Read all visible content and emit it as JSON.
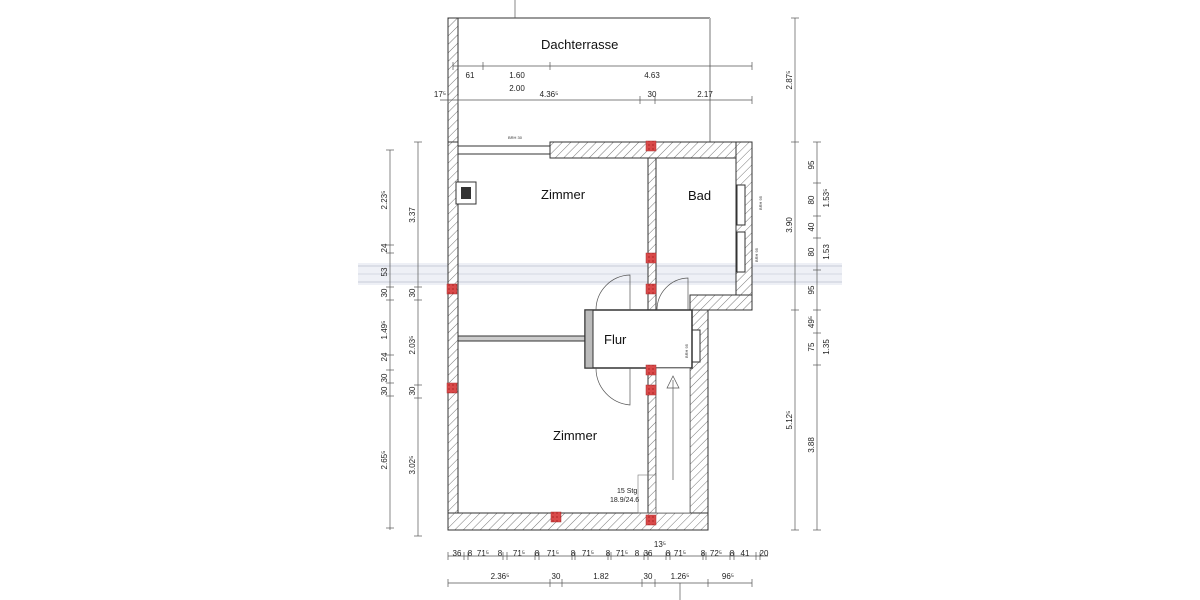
{
  "rooms": {
    "terrace": "Dachterrasse",
    "room_top": "Zimmer",
    "bath": "Bad",
    "hall": "Flur",
    "room_bottom": "Zimmer"
  },
  "annotations": {
    "brh_top": "BRH 30",
    "brh_bath_1": "BRH 95",
    "brh_bath_2": "BRH 95",
    "brh_hall": "BRH 95",
    "stairs_count": "15 Stg",
    "stairs_ratio": "18.9/24.6"
  },
  "dimensions": {
    "top": [
      "61",
      "1.60",
      "4.63",
      "2.00",
      "4.36⁵",
      "17⁵",
      "30",
      "2.17"
    ],
    "left_outer": [
      "2.23⁵",
      "24",
      "53",
      "30",
      "1.49⁵",
      "24",
      "30",
      "30",
      "2.65⁵"
    ],
    "left_inner": [
      "3.37",
      "30",
      "2.03⁵",
      "30",
      "3.02⁵"
    ],
    "right_outer": [
      "2.87⁵",
      "3.90",
      "5.12⁵"
    ],
    "right_inner": [
      "95",
      "80",
      "40",
      "80",
      "95",
      "49⁵",
      "75",
      "3.88"
    ],
    "right_sub": [
      "1.53⁵",
      "1.53",
      "1.35"
    ],
    "bottom_detail": [
      "36",
      "8",
      "71⁵",
      "8",
      "71⁵",
      "8",
      "71⁵",
      "8",
      "71⁵",
      "8",
      "71⁵",
      "8",
      "36",
      "8",
      "71⁵",
      "8",
      "72⁵",
      "8",
      "41",
      "20"
    ],
    "bottom_detail_extra": "13⁵",
    "bottom_main": [
      "2.36⁵",
      "30",
      "1.82",
      "30",
      "1.26⁵",
      "96⁵"
    ]
  },
  "colors": {
    "pillar": "#d94a4a",
    "wall_hatch": "#555555",
    "scan_band": "#c8ccd8"
  }
}
